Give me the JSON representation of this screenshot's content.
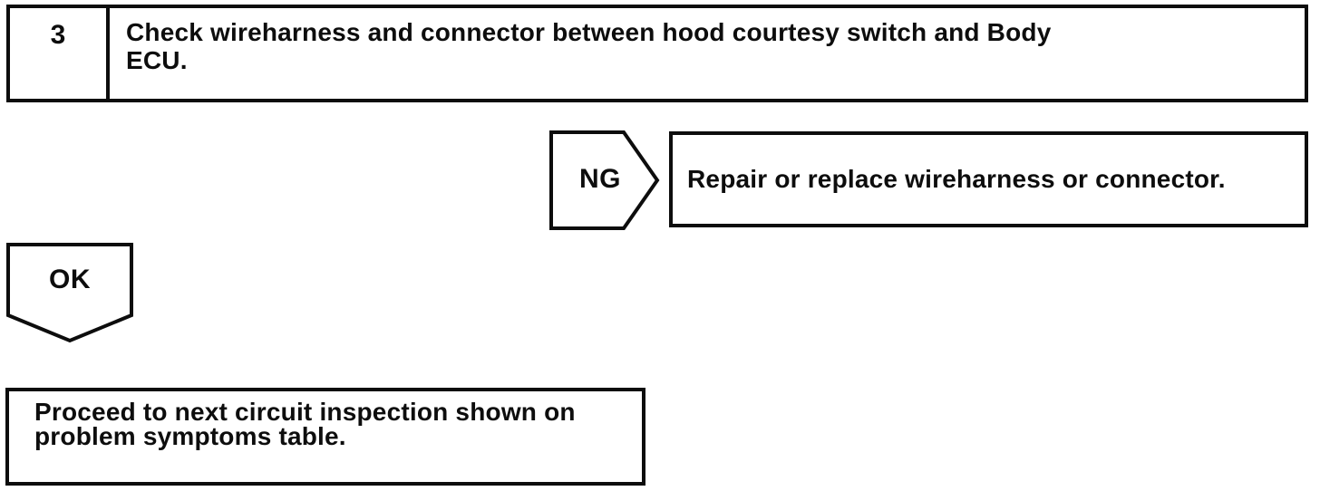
{
  "step": {
    "number": "3",
    "instruction": "Check wireharness and connector between hood courtesy switch and Body\nECU."
  },
  "ng_branch": {
    "label": "NG",
    "action": "Repair or replace wireharness or connector."
  },
  "ok_branch": {
    "label": "OK",
    "action": "Proceed to next circuit inspection shown on\nproblem symptoms table."
  },
  "colors": {
    "ink": "#0d0d0d",
    "background": "#ffffff"
  }
}
